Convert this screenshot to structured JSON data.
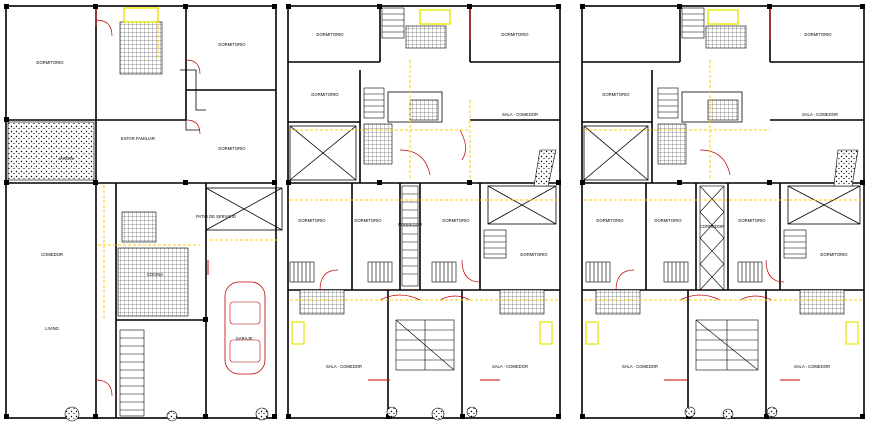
{
  "plans": [
    {
      "id": "ground-floor",
      "labels": {
        "dormitorio_tl": "DORMITORIO",
        "dormitorio_tr": "DORMITORIO",
        "dormitorio_mr": "DORMITORIO",
        "hall": "ESTAR FAMILIAR",
        "jardin": "JARDIN",
        "cocina": "COCINA",
        "patio": "PATIO DE SERVICIO",
        "comedor": "COMEDOR",
        "living": "LIVING",
        "garaje": "GARAJE"
      }
    },
    {
      "id": "typical-floor-1",
      "labels": {
        "dorm_tl": "DORMITORIO",
        "dorm_tr": "DORMITORIO",
        "dorm_ml": "DORMITORIO",
        "dorm_bl": "DORMITORIO",
        "dorm_bm": "DORMITORIO",
        "dorm_br": "DORMITORIO",
        "dorm_r": "DORMITORIO",
        "sala_top": "SALA - COMEDOR",
        "circ": "CORREDOR",
        "sala_bl": "SALA - COMEDOR",
        "sala_br": "SALA - COMEDOR"
      }
    },
    {
      "id": "typical-floor-2",
      "labels": {
        "dorm_tr": "DORMITORIO",
        "dorm_ml": "DORMITORIO",
        "sala_top": "SALA - COMEDOR",
        "dorm_bl": "DORMITORIO",
        "dorm_bm": "DORMITORIO",
        "dorm_br": "DORMITORIO",
        "circ": "CORREDOR",
        "dorm_r": "DORMITORIO",
        "sala_bl": "SALA - COMEDOR",
        "sala_br": "SALA - COMEDOR"
      }
    }
  ],
  "colors": {
    "walls": "#000000",
    "dimension": "#ffcc00",
    "doors": "#d40000",
    "fixtures": "#e6e600",
    "background": "#ffffff"
  }
}
